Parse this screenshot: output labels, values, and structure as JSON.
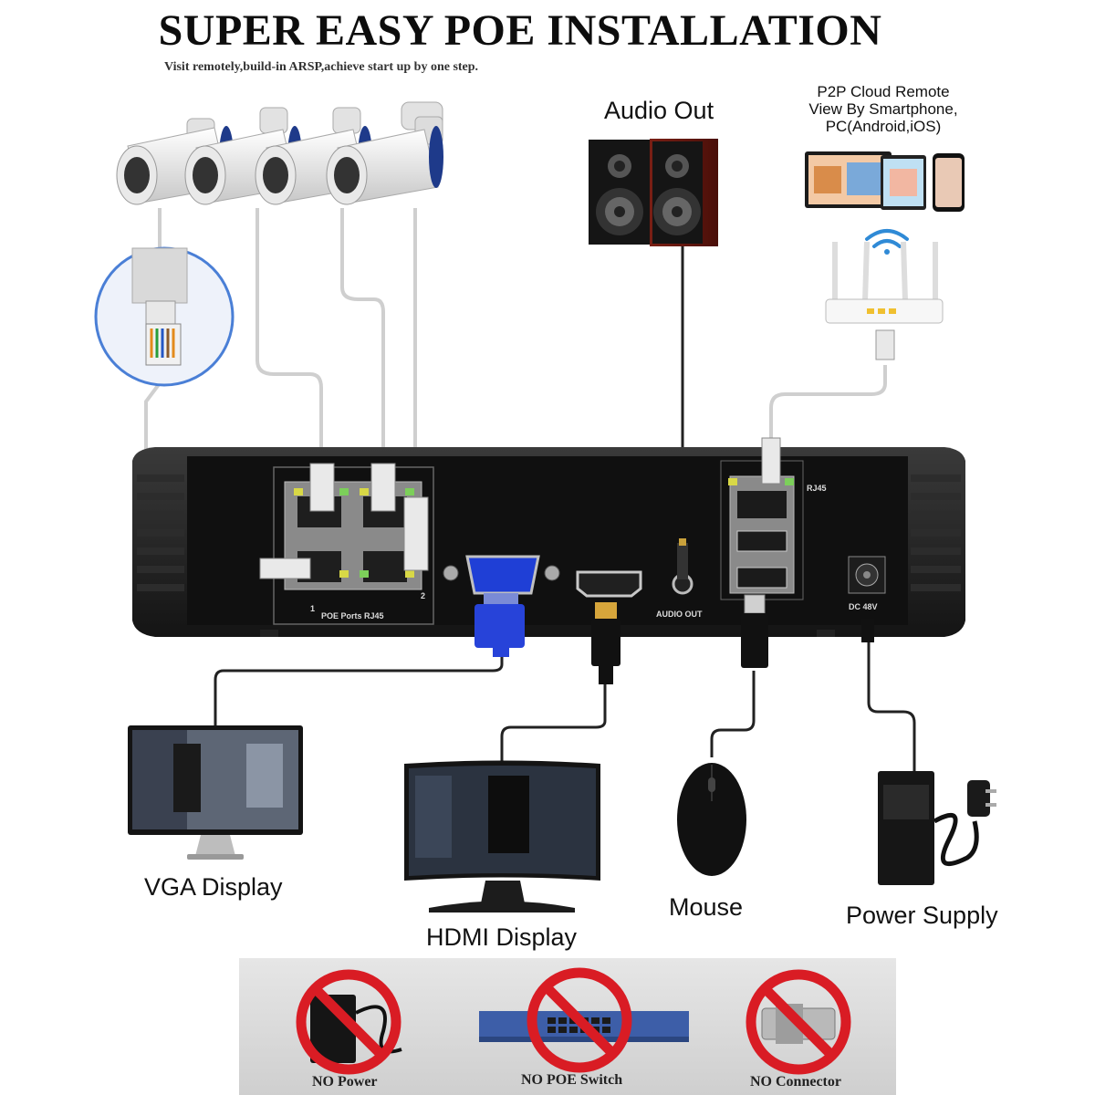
{
  "header": {
    "title": "SUPER EASY POE INSTALLATION",
    "subtitle": "Visit remotely,build-in ARSP,achieve start up by one step."
  },
  "labels": {
    "audio_out": "Audio Out",
    "p2p_line1": "P2P Cloud Remote",
    "p2p_line2": "View By Smartphone,",
    "p2p_line3": "PC(Android,iOS)",
    "vga_display": "VGA Display",
    "hdmi_display": "HDMI Display",
    "mouse": "Mouse",
    "power_supply": "Power Supply"
  },
  "nvr_panel": {
    "poe_ports_label": "POE Ports RJ45",
    "port_1": "1",
    "port_2": "2",
    "audio_out_port": "AUDIO OUT",
    "rj45": "RJ45",
    "dc_power": "DC 48V"
  },
  "warnings": {
    "no_power": "NO Power",
    "no_poe_switch": "NO POE Switch",
    "no_connector": "NO Connector"
  },
  "colors": {
    "nvr_body": "#1c1c1c",
    "cable": "#cccccc",
    "prohibit_red": "#d91c24",
    "vga_blue": "#1f3fd6",
    "camera_blue_ring": "#1e3a8a"
  }
}
